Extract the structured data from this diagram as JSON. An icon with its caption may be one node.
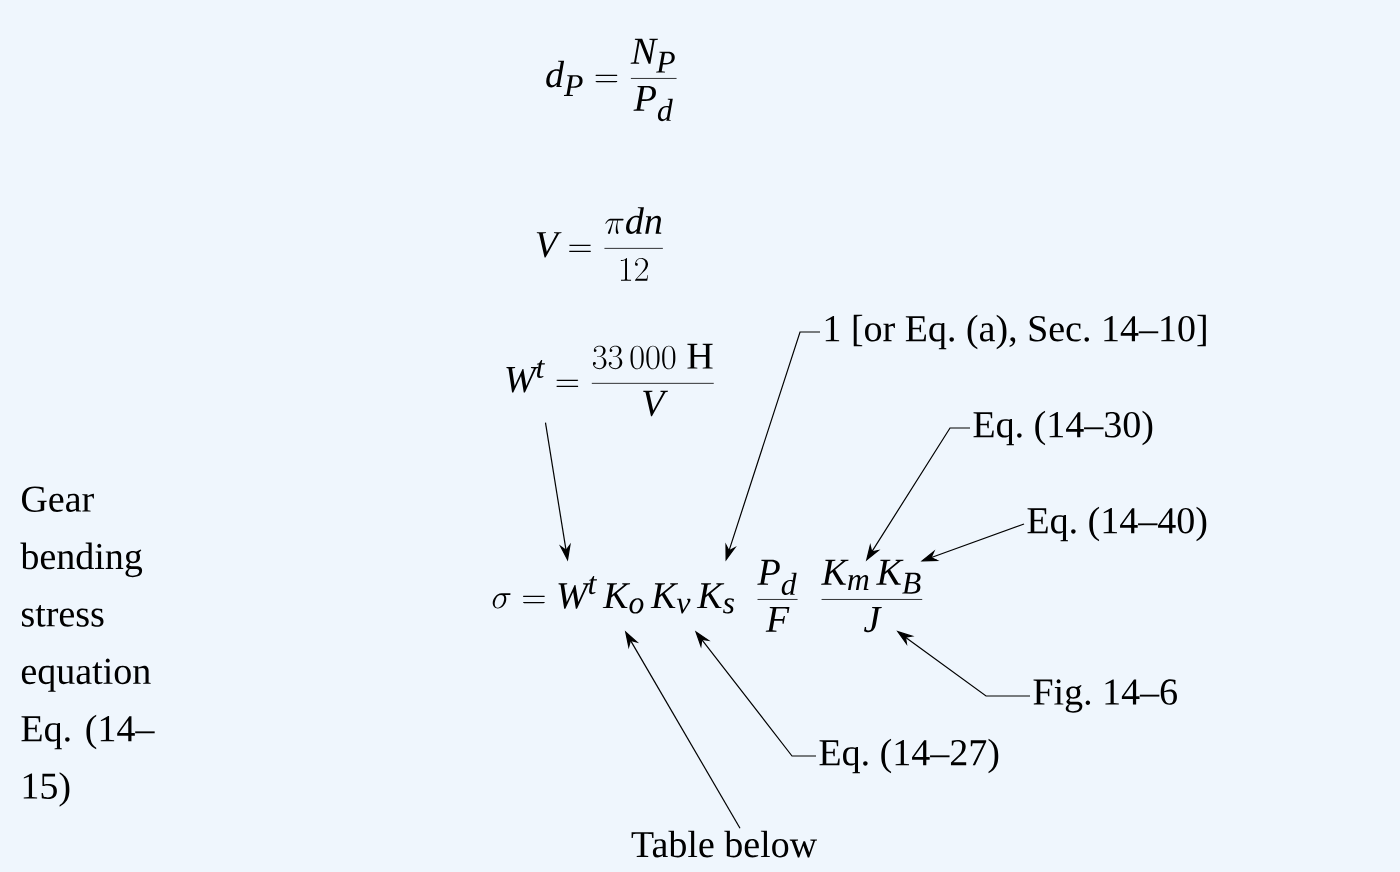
{
  "diagram": {
    "nodes": [
      {
        "text": [
          "d_P = \\frac{N_P}{P_d}"
        ]
      },
      {
        "text": [
          "V = \\frac{\\pi d n}{12}"
        ]
      },
      {
        "text": [
          "W^t = \\frac{33\\,000\\ \\mathrm{H}}{V}"
        ]
      },
      {
        "text": [
          "\\sigma = W^t \\, K_o \\, K_v \\, K_s \\;\\; \\frac{P_d}{F} \\;\\; \\frac{K_m \\, K_B}{J}"
        ]
      },
      {
        "text": [
          "1 [or Eq. (a), Sec. 14–10]"
        ]
      },
      {
        "text": [
          "Eq. (14–30)"
        ]
      },
      {
        "text": [
          "Eq. (14–40)"
        ]
      },
      {
        "text": [
          "Fig. 14–6"
        ]
      },
      {
        "text": [
          "Eq. (14–27)"
        ]
      },
      {
        "text": [
          "Table below"
        ]
      }
    ],
    "edges": [
      {
        "from": 2,
        "to": 3,
        "arrow": "to"
      },
      {
        "from": 4,
        "to": 3,
        "arrow": "to"
      },
      {
        "from": 5,
        "to": 3,
        "arrow": "to"
      },
      {
        "from": 6,
        "to": 3,
        "arrow": "to"
      },
      {
        "from": 7,
        "to": 3,
        "arrow": "to"
      },
      {
        "from": 8,
        "to": 3,
        "arrow": "to"
      },
      {
        "from": 9,
        "to": 3,
        "arrow": "to"
      }
    ],
    "labels": [
      "Gear bending stress equation Eq. (14–15)"
    ]
  }
}
